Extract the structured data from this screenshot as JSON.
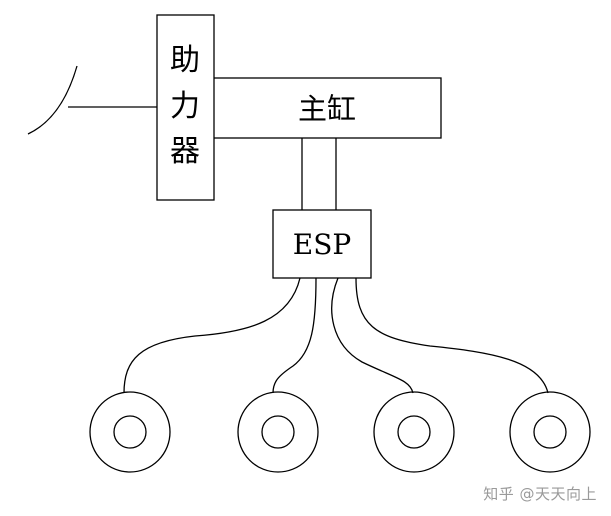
{
  "diagram": {
    "booster": {
      "label_chars": [
        "助",
        "力",
        "器"
      ]
    },
    "master_cylinder": {
      "label": "主缸"
    },
    "esp": {
      "label": "ESP"
    },
    "wheels": [
      "wheel-1",
      "wheel-2",
      "wheel-3",
      "wheel-4"
    ]
  },
  "watermark": "知乎 @天天向上",
  "colors": {
    "line": "#000000",
    "background": "#ffffff",
    "watermark": "#9a9a9a"
  }
}
